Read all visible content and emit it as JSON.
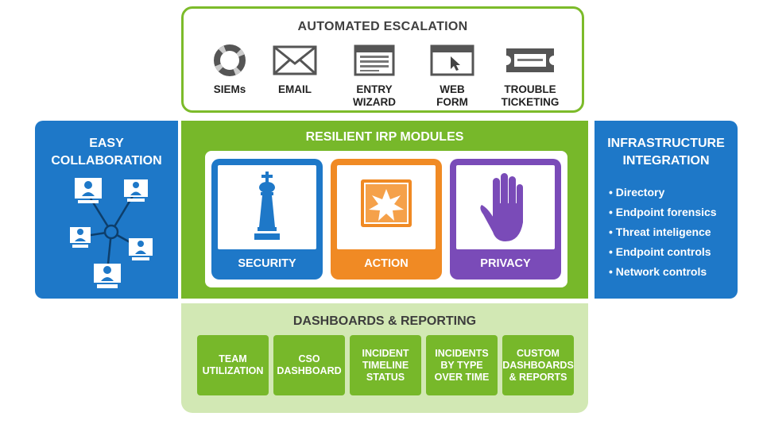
{
  "escalation": {
    "title": "AUTOMATED ESCALATION",
    "items": [
      {
        "label": [
          "SIEMs"
        ],
        "icon": "lifebuoy-icon"
      },
      {
        "label": [
          "EMAIL"
        ],
        "icon": "envelope-icon"
      },
      {
        "label": [
          "ENTRY",
          "WIZARD"
        ],
        "icon": "form-window-icon"
      },
      {
        "label": [
          "WEB",
          "FORM"
        ],
        "icon": "browser-cursor-icon"
      },
      {
        "label": [
          "TROUBLE",
          "TICKETING"
        ],
        "icon": "ticket-icon"
      }
    ]
  },
  "collaboration": {
    "title": [
      "EASY",
      "COLLABORATION"
    ],
    "icon": "networked-users-icon"
  },
  "irp": {
    "title": "RESILIENT IRP MODULES",
    "modules": [
      {
        "label": "SECURITY",
        "icon": "chess-king-icon",
        "color": "#1e78c8"
      },
      {
        "label": "ACTION",
        "icon": "explosion-icon",
        "color": "#f08a24"
      },
      {
        "label": "PRIVACY",
        "icon": "raised-hand-icon",
        "color": "#7a4bb8"
      }
    ]
  },
  "infrastructure": {
    "title": [
      "INFRASTRUCTURE",
      "INTEGRATION"
    ],
    "items": [
      "• Directory",
      "• Endpoint forensics",
      "• Threat inteligence",
      "• Endpoint controls",
      "• Network controls"
    ]
  },
  "dashboards": {
    "title": "DASHBOARDS & REPORTING",
    "boxes": [
      [
        "TEAM",
        "UTILIZATION"
      ],
      [
        "CSO",
        "DASHBOARD"
      ],
      [
        "INCIDENT",
        "TIMELINE",
        "STATUS"
      ],
      [
        "INCIDENTS",
        "BY TYPE",
        "OVER TIME"
      ],
      [
        "CUSTOM",
        "DASHBOARDS",
        "& REPORTS"
      ]
    ]
  },
  "colors": {
    "green": "#77b82a",
    "light_green": "#d2e8b4",
    "blue": "#1e78c8",
    "orange": "#f08a24",
    "purple": "#7a4bb8"
  }
}
